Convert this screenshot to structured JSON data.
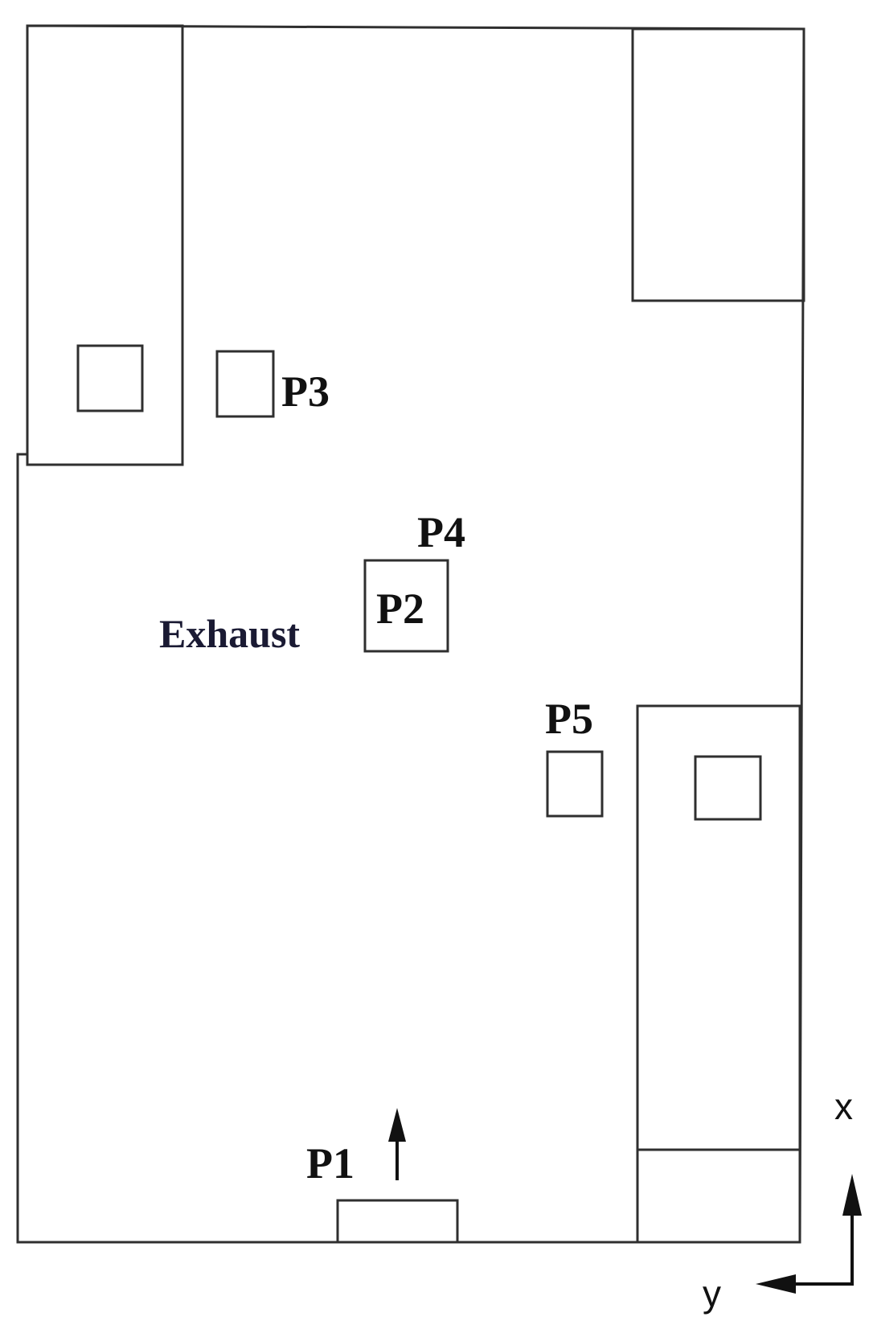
{
  "labels": {
    "p1": "P1",
    "p2": "P2",
    "p3": "P3",
    "p4": "P4",
    "p5": "P5",
    "exhaust": "Exhaust"
  },
  "axes": {
    "x": "x",
    "y": "y"
  }
}
